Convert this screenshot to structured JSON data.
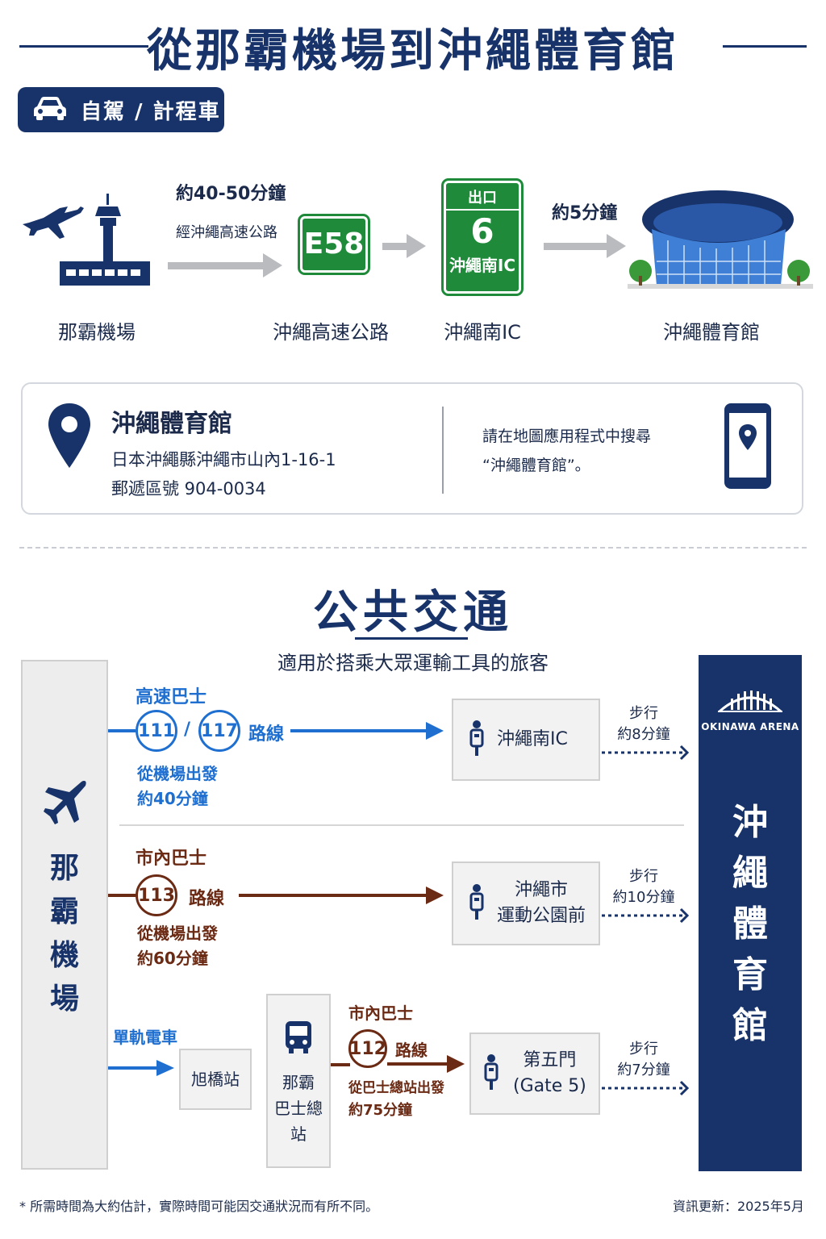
{
  "title": "從那霸機場到沖繩體育館",
  "drive": {
    "badge": "自駕 / 計程車",
    "steps": [
      "那霸機場",
      "沖繩高速公路",
      "沖繩南IC",
      "沖繩體育館"
    ],
    "time1": "約40-50分鐘",
    "via": "經沖繩高速公路",
    "highway_sign": "E58",
    "exit_top": "出口",
    "exit_number": "6",
    "exit_name": "沖繩南IC",
    "time2": "約5分鐘"
  },
  "info": {
    "venue": "沖繩體育館",
    "address": "日本沖繩縣沖繩市山內1-16-1",
    "postal": "郵遞區號 904-0034",
    "search_line1": "請在地圖應用程式中搜尋",
    "search_line2": "“沖繩體育館”。"
  },
  "public": {
    "title": "公共交通",
    "subtitle": "適用於搭乘大眾運輸工具的旅客",
    "airport_label": "那霸機場",
    "arena_logo": "OKINAWA ARENA",
    "arena_label": "沖繩體育館",
    "routes": [
      {
        "category": "高速巴士",
        "route_a": "111",
        "separator": "/",
        "route_b": "117",
        "route_word": "路線",
        "depart": "從機場出發",
        "time": "約40分鐘",
        "stop": "沖繩南IC",
        "walk_label": "步行",
        "walk_time": "約8分鐘",
        "color": "#1f6fd1"
      },
      {
        "category": "市內巴士",
        "route_a": "113",
        "route_word": "路線",
        "depart": "從機場出發",
        "time": "約60分鐘",
        "stop_line1": "沖繩市",
        "stop_line2": "運動公園前",
        "walk_label": "步行",
        "walk_time": "約10分鐘",
        "color": "#6b2a14"
      },
      {
        "monorail_label": "單軌電車",
        "station": "旭橋站",
        "terminal_line1": "那霸",
        "terminal_line2": "巴士總站",
        "category": "市內巴士",
        "route_a": "112",
        "route_word": "路線",
        "depart": "從巴士總站出發",
        "time": "約75分鐘",
        "stop_line1": "第五門",
        "stop_line2": "(Gate 5)",
        "walk_label": "步行",
        "walk_time": "約7分鐘",
        "color": "#6b2a14",
        "monorail_color": "#1f6fd1"
      }
    ]
  },
  "footer": {
    "note": "* 所需時間為大約估計，實際時間可能因交通狀況而有所不同。",
    "updated": "資訊更新：2025年5月"
  },
  "colors": {
    "navy": "#17336a",
    "green": "#1e8a3a",
    "blue": "#1f6fd1",
    "brown": "#6b2a14"
  }
}
